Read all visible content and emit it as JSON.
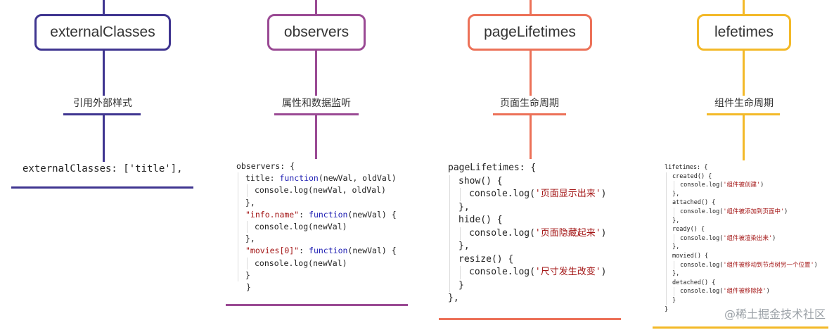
{
  "nodes": [
    {
      "title": "externalClasses",
      "label": "引用外部样式",
      "color": "#3f3590"
    },
    {
      "title": "observers",
      "label": "属性和数据监听",
      "color": "#9a4a94"
    },
    {
      "title": "pageLifetimes",
      "label": "页面生命周期",
      "color": "#ec7158"
    },
    {
      "title": "lefetimes",
      "label": "组件生命周期",
      "color": "#f3b928"
    }
  ],
  "code": {
    "external": "externalClasses: ['title'],",
    "observers": [
      "observers: {",
      "  title: function(newVal, oldVal)",
      "    console.log(newVal, oldVal)",
      "  },",
      "  \"info.name\": function(newVal) {",
      "    console.log(newVal)",
      "  },",
      "  \"movies[0]\": function(newVal) {",
      "    console.log(newVal)",
      "  }",
      "},"
    ],
    "page": [
      "pageLifetimes: {",
      "  show() {",
      "    console.log('页面显示出来')",
      "  },",
      "  hide() {",
      "    console.log('页面隐藏起来')",
      "  },",
      "  resize() {",
      "    console.log('尺寸发生改变')",
      "  }",
      "},"
    ],
    "life": [
      "lifetimes: {",
      "  created() {",
      "    console.log('组件被创建')",
      "  },",
      "  attached() {",
      "    console.log('组件被添加到页面中')",
      "  },",
      "  ready() {",
      "    console.log('组件被渲染出来')",
      "  },",
      "  movied() {",
      "    console.log('组件被移动到节点树另一个位置')",
      "  },",
      "  detached() {",
      "    console.log('组件被移除掉')",
      "  }",
      "}"
    ]
  },
  "watermark": "@稀土掘金技术社区"
}
